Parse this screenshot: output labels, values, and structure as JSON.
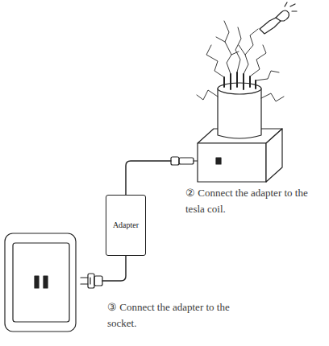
{
  "diagram": {
    "nodes": [
      {
        "text": [
          "Adapter"
        ]
      }
    ],
    "edges": [],
    "labels": [
      "② Connect the adapter to the tesla coil.",
      "③ Connect the adapter to the socket."
    ]
  }
}
